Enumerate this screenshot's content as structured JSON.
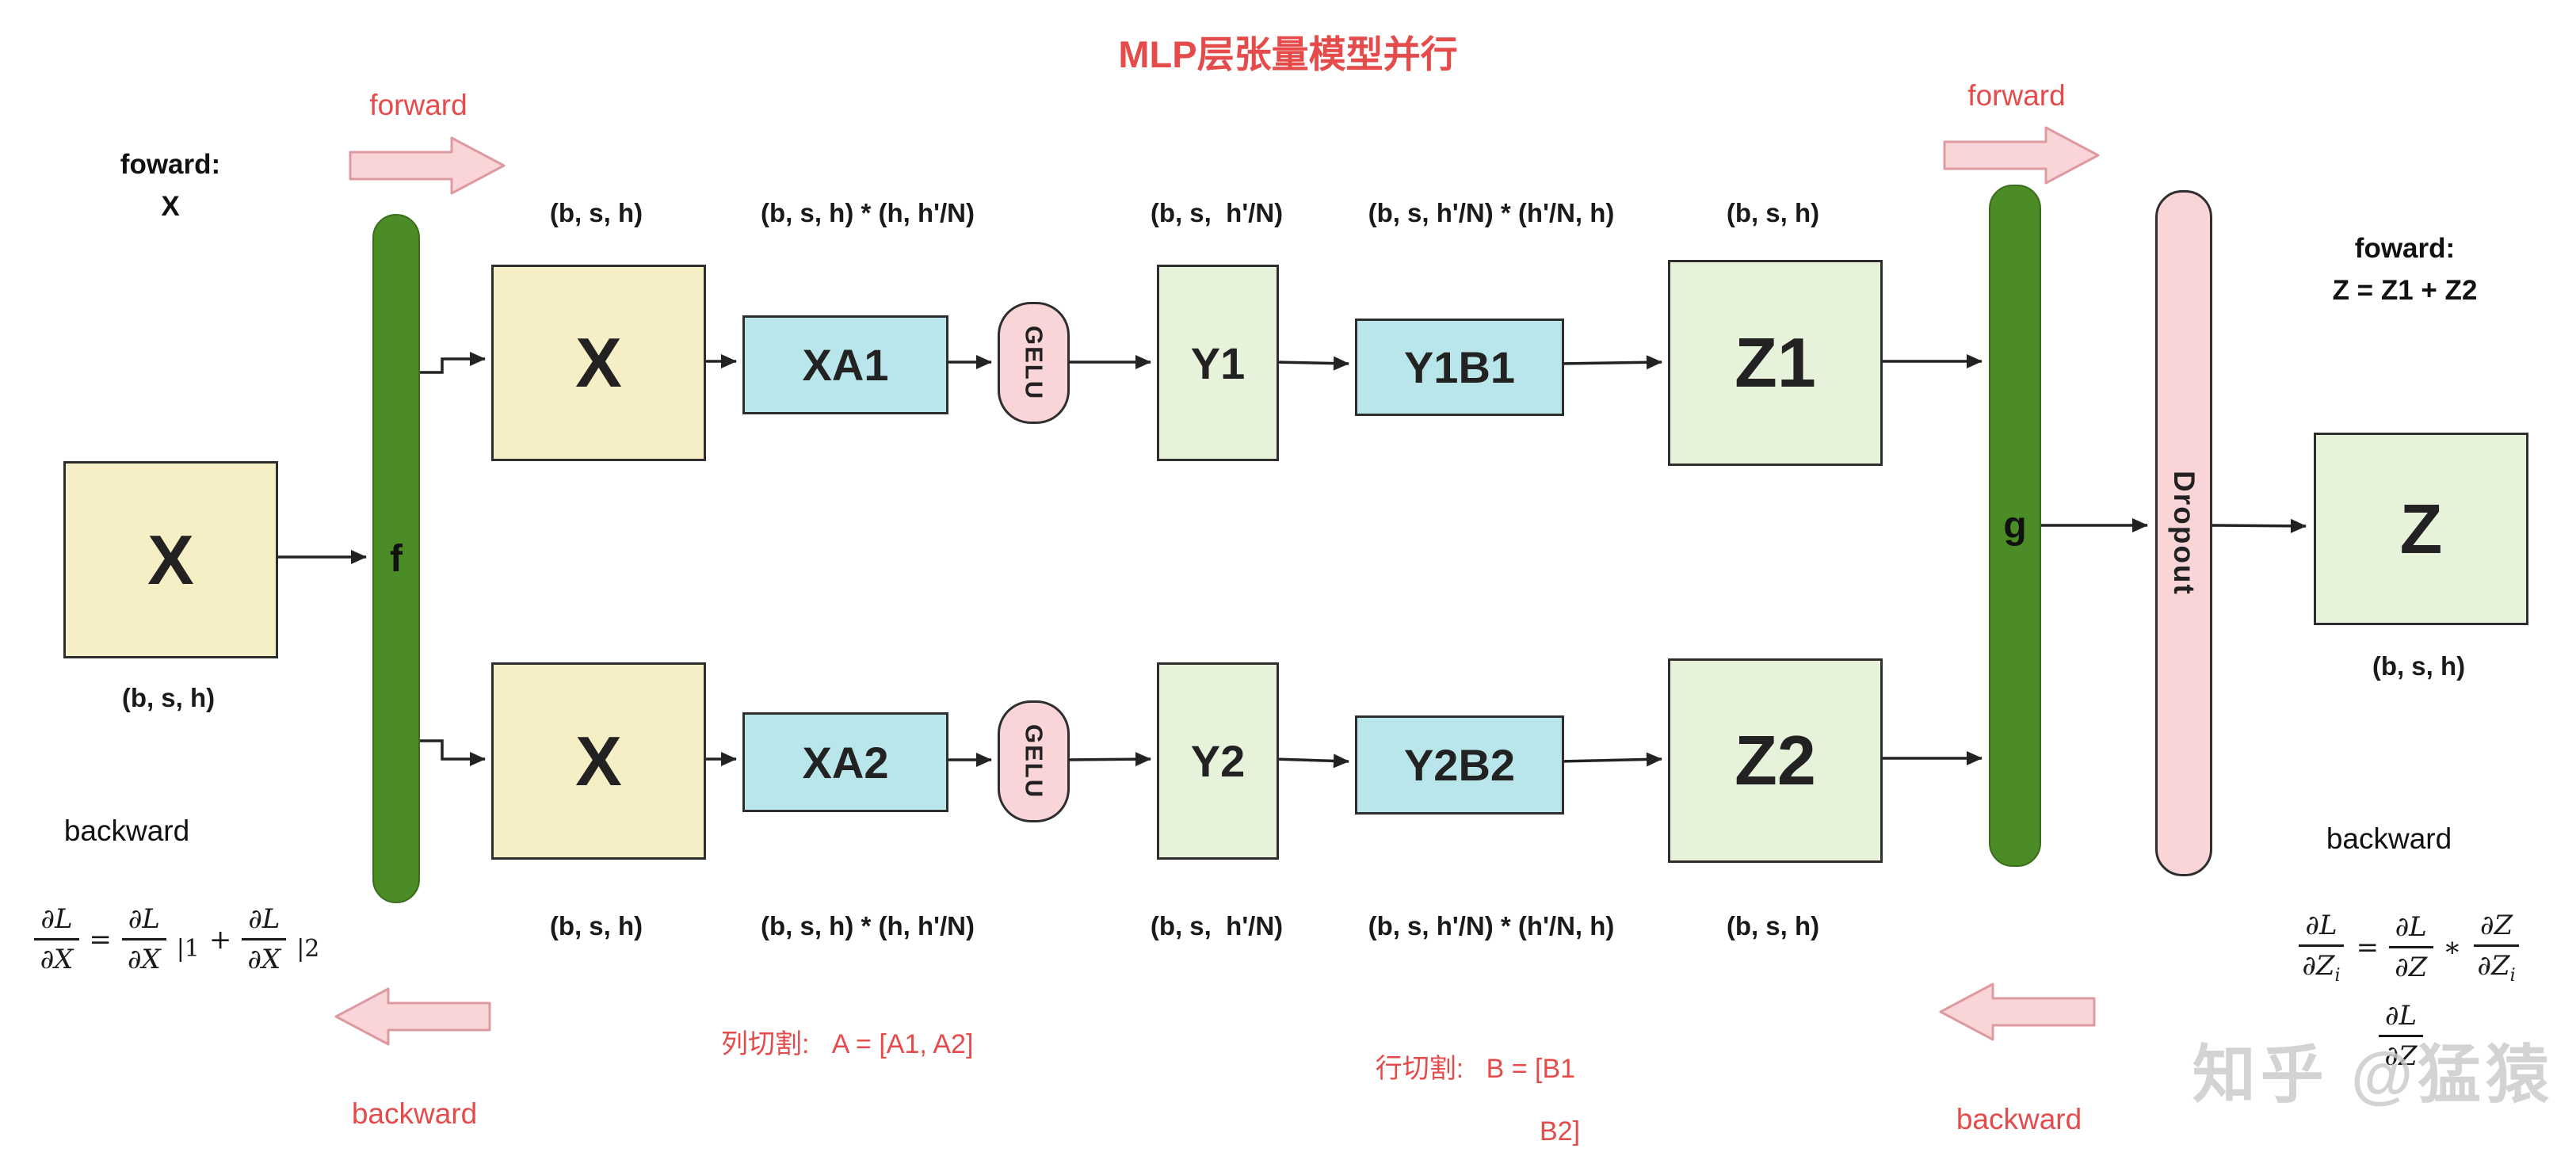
{
  "title": "MLP层张量模型并行",
  "colors": {
    "red_accent": "#e54b4b",
    "yellow_box": "#f6eec5",
    "cyan_box": "#b9e6ea",
    "green_box": "#e6f3da",
    "pink": "#f9d5d8",
    "dark_green_bar": "#4b8c26"
  },
  "left": {
    "forward_caption": "foward:",
    "forward_value": "X",
    "x_box": "X",
    "shape": "(b, s, h)",
    "backward": "backward",
    "formula": {
      "f1_num": "∂L",
      "f1_den": "∂X",
      "eq": "=",
      "f2_num": "∂L",
      "f2_den": "∂X",
      "f2_suf": "|1",
      "plus": "+",
      "f3_num": "∂L",
      "f3_den": "∂X",
      "f3_suf": "|2"
    }
  },
  "bars": {
    "f": "f",
    "g": "g",
    "dropout": "Dropout"
  },
  "arrow_labels": {
    "forward_left": "forward",
    "backward_left": "backward",
    "forward_right": "forward",
    "backward_right": "backward"
  },
  "top_row": {
    "shapes": [
      "(b, s, h)",
      "(b, s, h) * (h, h'/N)",
      "(b, s,  h'/N)",
      "(b, s, h'/N) * (h'/N, h)",
      "(b, s, h)"
    ],
    "x": "X",
    "xa": "XA1",
    "gelu": "GELU",
    "y": "Y1",
    "yb": "Y1B1",
    "z": "Z1"
  },
  "bottom_row": {
    "shapes": [
      "(b, s, h)",
      "(b, s, h) * (h, h'/N)",
      "(b, s,  h'/N)",
      "(b, s, h'/N) * (h'/N, h)",
      "(b, s, h)"
    ],
    "x": "X",
    "xa": "XA2",
    "gelu": "GELU",
    "y": "Y2",
    "yb": "Y2B2",
    "z": "Z2"
  },
  "splits": {
    "column": "列切割:   A = [A1, A2]",
    "row_line1": "行切割:   B = [B1",
    "row_line2": "B2]"
  },
  "right": {
    "forward_caption": "foward:",
    "forward_value": "Z = Z1 + Z2",
    "z_box": "Z",
    "shape": "(b, s, h)",
    "backward": "backward",
    "formula": {
      "f1_num": "∂L",
      "f1_den": "∂Z",
      "f1_den_sub": "i",
      "eq": "=",
      "f2_num": "∂L",
      "f2_den": "∂Z",
      "star": "∗",
      "f3_num": "∂Z",
      "f3_den": "∂Z",
      "f3_den_sub": "i"
    },
    "formula2": {
      "num": "∂L",
      "den": "∂Z"
    }
  },
  "watermark": "知乎 @猛猿"
}
